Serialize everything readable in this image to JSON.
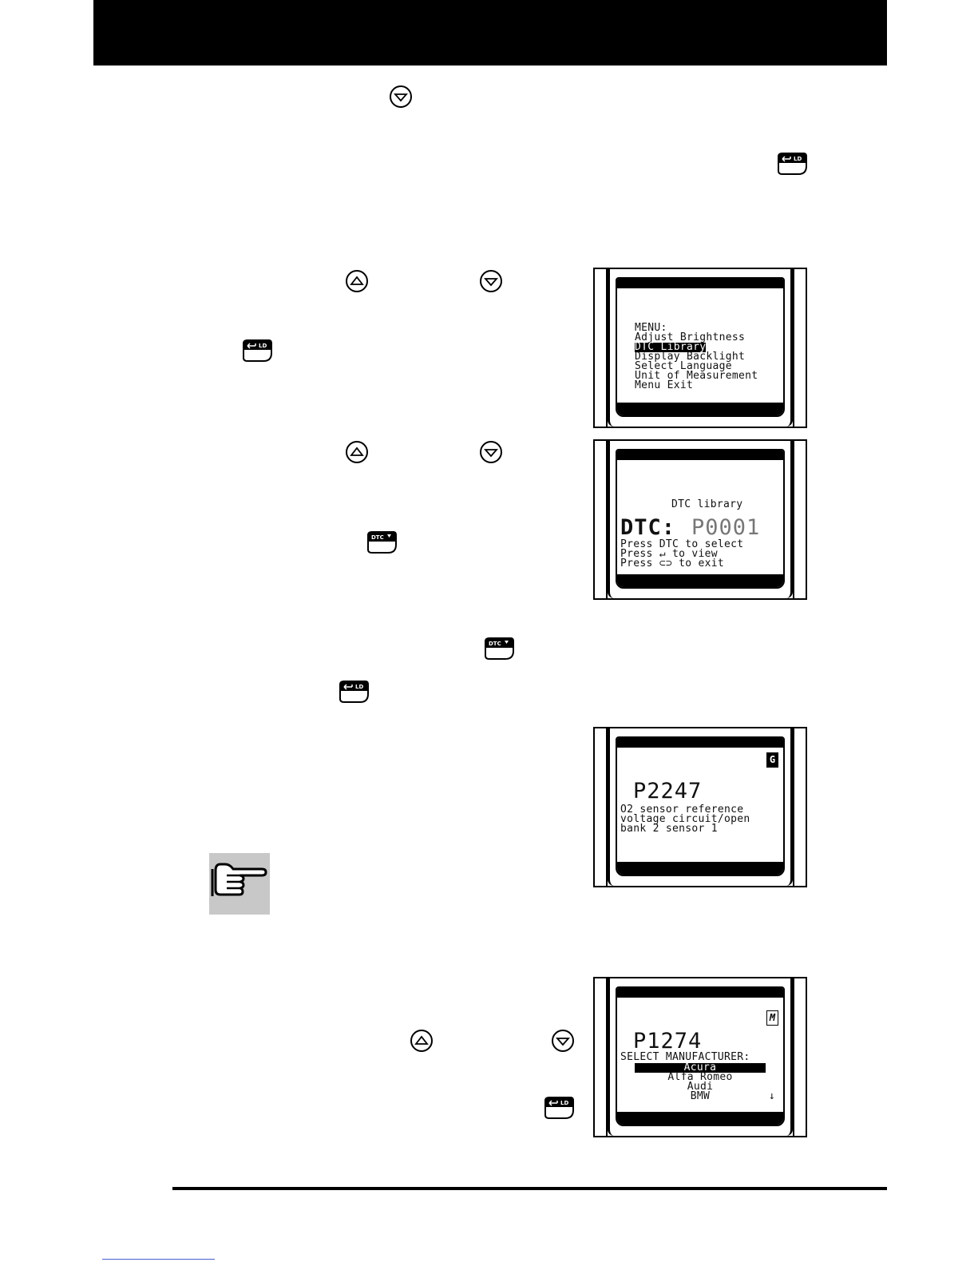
{
  "screens": {
    "menu": {
      "title": "MENU:",
      "items": [
        "Adjust Brightness",
        "DTC Library",
        "Display Backlight",
        "Select Language",
        "Unit of Measurement",
        "Menu Exit"
      ],
      "selected_index": 1
    },
    "dtc_library": {
      "heading": "DTC library",
      "dtc_label": "DTC:",
      "dtc_value": "P0001",
      "line1": "Press DTC to select",
      "line2": "Press ↵ to view",
      "line3": "Press ⊂⊃ to exit"
    },
    "generic_code": {
      "badge": "G",
      "code": "P2247",
      "desc1": "O2 sensor reference",
      "desc2": "voltage circuit/open",
      "desc3": "bank 2 sensor 1"
    },
    "manufacturer_code": {
      "badge": "M",
      "code": "P1274",
      "prompt": "SELECT MANUFACTURER:",
      "options": [
        "Acura",
        "Alfa Romeo",
        "Audi",
        "BMW"
      ],
      "more_arrow": "↓"
    }
  },
  "buttons": {
    "enter_ld_label": "LD",
    "dtc_label": "DTC"
  },
  "icons": [
    "up-arrow-icon",
    "down-arrow-icon",
    "enter-ld-button-icon",
    "dtc-button-icon",
    "pointing-hand-icon"
  ]
}
